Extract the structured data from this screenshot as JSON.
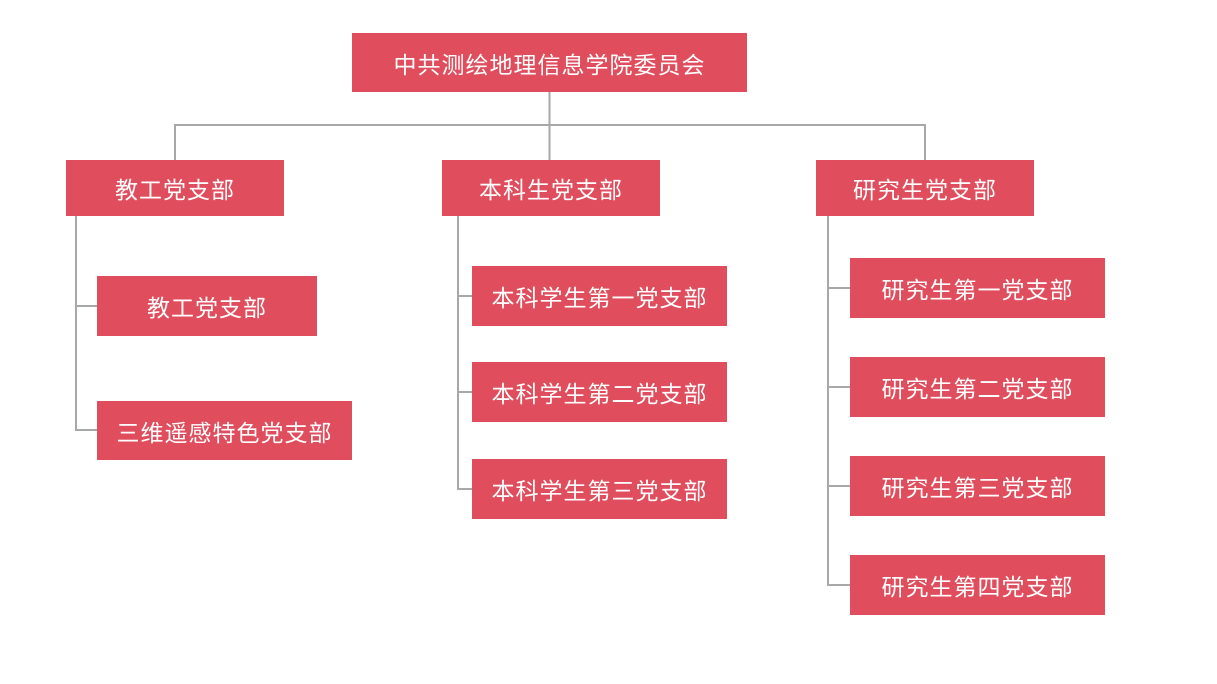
{
  "diagram": {
    "type": "org-chart",
    "colors": {
      "node_fill": "#E04D5D",
      "node_text": "#FFFFFF",
      "connector": "#A8A8A8",
      "background": "#FFFFFF"
    },
    "root": {
      "label": "中共测绘地理信息学院委员会"
    },
    "branches": [
      {
        "label": "教工党支部",
        "children": [
          "教工党支部",
          "三维遥感特色党支部"
        ]
      },
      {
        "label": "本科生党支部",
        "children": [
          "本科学生第一党支部",
          "本科学生第二党支部",
          "本科学生第三党支部"
        ]
      },
      {
        "label": "研究生党支部",
        "children": [
          "研究生第一党支部",
          "研究生第二党支部",
          "研究生第三党支部",
          "研究生第四党支部"
        ]
      }
    ]
  }
}
